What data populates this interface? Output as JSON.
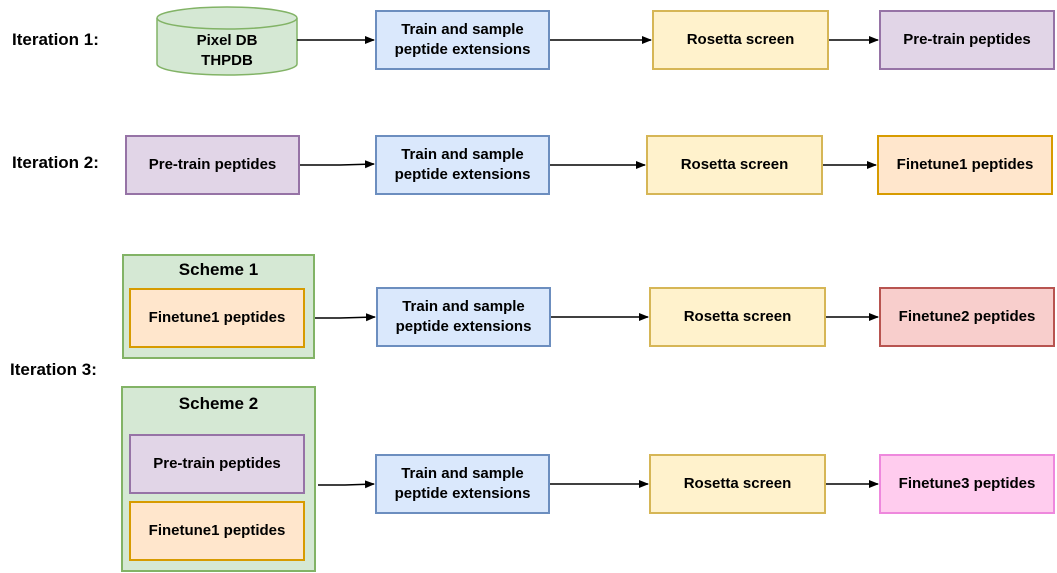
{
  "iterations": {
    "iter1_label": "Iteration 1:",
    "iter2_label": "Iteration 2:",
    "iter3_label": "Iteration 3:"
  },
  "iter1": {
    "db_line1": "Pixel DB",
    "db_line2": "THPDB",
    "train_line1": "Train and sample",
    "train_line2": "peptide extensions",
    "screen": "Rosetta screen",
    "output": "Pre-train peptides"
  },
  "iter2": {
    "input": "Pre-train peptides",
    "train_line1": "Train and sample",
    "train_line2": "peptide extensions",
    "screen": "Rosetta screen",
    "output": "Finetune1 peptides"
  },
  "iter3_scheme1": {
    "title": "Scheme 1",
    "input": "Finetune1 peptides",
    "train_line1": "Train and sample",
    "train_line2": "peptide extensions",
    "screen": "Rosetta screen",
    "output": "Finetune2 peptides"
  },
  "iter3_scheme2": {
    "title": "Scheme 2",
    "input1": "Pre-train peptides",
    "input2": "Finetune1 peptides",
    "train_line1": "Train and sample",
    "train_line2": "peptide extensions",
    "screen": "Rosetta screen",
    "output": "Finetune3 peptides"
  },
  "colors": {
    "process_fill": "#dae8fc",
    "screen_fill": "#fff2cc",
    "pretrain_fill": "#e1d5e7",
    "finetune1_fill": "#ffe6cc",
    "finetune2_fill": "#f8cecc",
    "finetune3_fill": "#ffccee",
    "scheme_fill": "#d5e8d4",
    "database_fill": "#d5e8d4"
  }
}
